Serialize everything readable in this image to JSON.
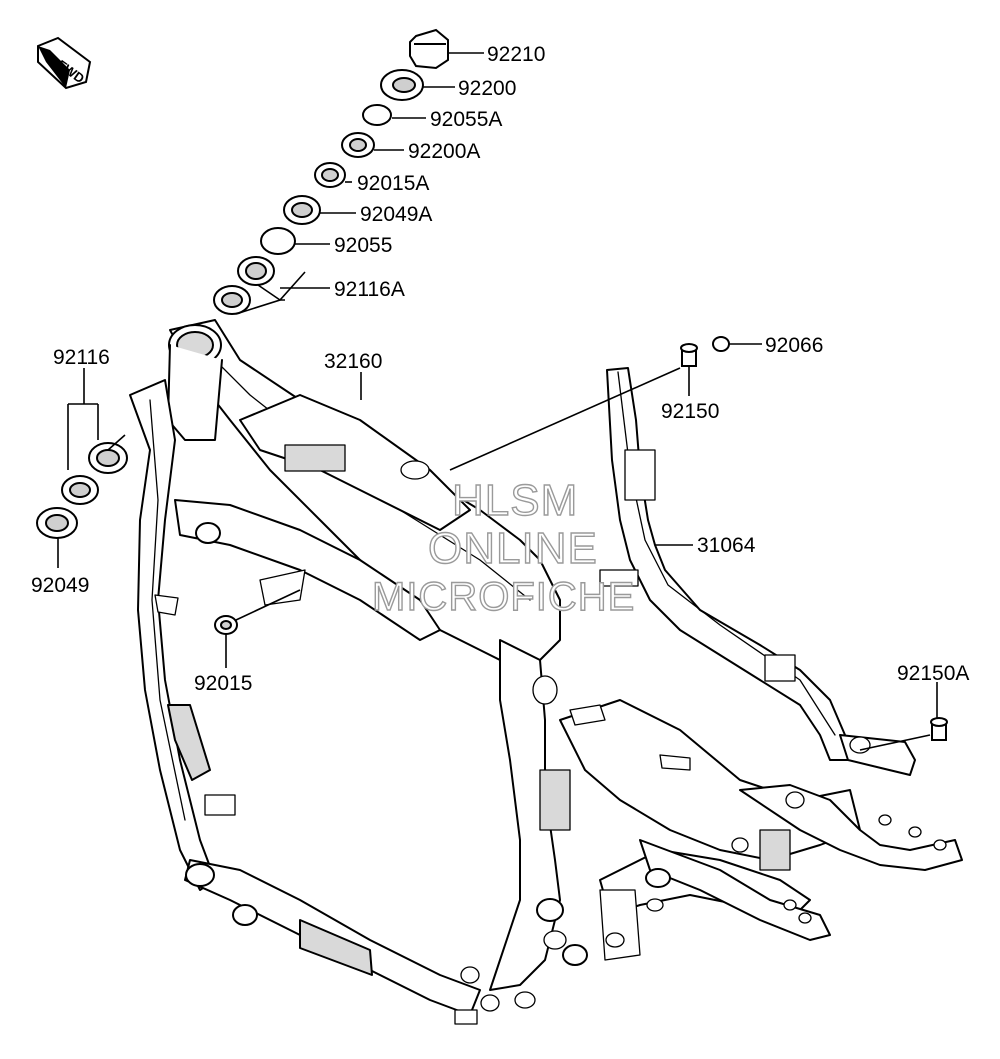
{
  "diagram": {
    "direction_badge": "FWD",
    "watermark": [
      "HLSM",
      "ONLINE",
      "MICROFICHE"
    ],
    "parts": [
      {
        "id": "92210"
      },
      {
        "id": "92200"
      },
      {
        "id": "92055A"
      },
      {
        "id": "92200A"
      },
      {
        "id": "92015A"
      },
      {
        "id": "92049A"
      },
      {
        "id": "92055"
      },
      {
        "id": "92116A"
      },
      {
        "id": "92066"
      },
      {
        "id": "92150"
      },
      {
        "id": "32160"
      },
      {
        "id": "92116"
      },
      {
        "id": "31064"
      },
      {
        "id": "92049"
      },
      {
        "id": "92015"
      },
      {
        "id": "92150A"
      }
    ]
  }
}
